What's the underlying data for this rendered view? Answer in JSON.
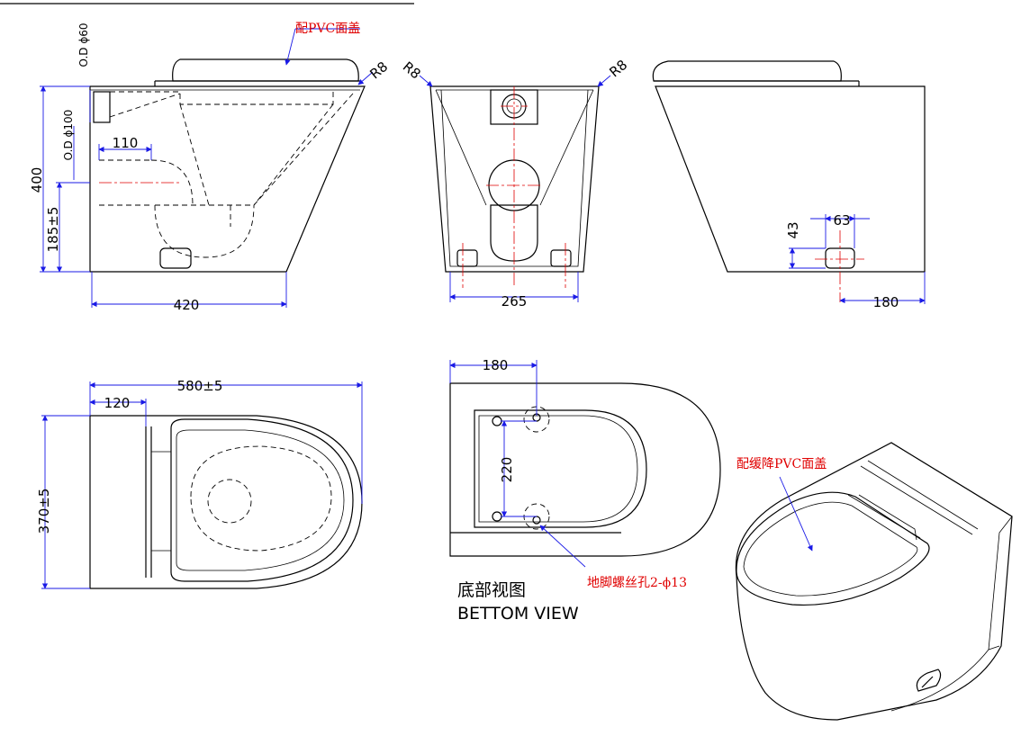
{
  "annotations": {
    "top_cover": "配PVC面盖",
    "iso_cover": "配缓降PVC面盖",
    "anchor_holes": "地脚螺丝孔2-ϕ13"
  },
  "dimensions": {
    "od60": "O.D ϕ60",
    "od100": "O.D ϕ100",
    "d110": "110",
    "d400": "400",
    "d185": "185±5",
    "d420": "420",
    "r8_a": "R8",
    "r8_b": "R8",
    "r8_c": "R8",
    "d265": "265",
    "d43": "43",
    "d63": "63",
    "d180_side": "180",
    "d580": "580±5",
    "d120": "120",
    "d370": "370±5",
    "d180_bottom": "180",
    "d220": "220"
  },
  "bottom_view": {
    "title_cn": "底部视图",
    "title_en": "BETTOM VIEW"
  }
}
